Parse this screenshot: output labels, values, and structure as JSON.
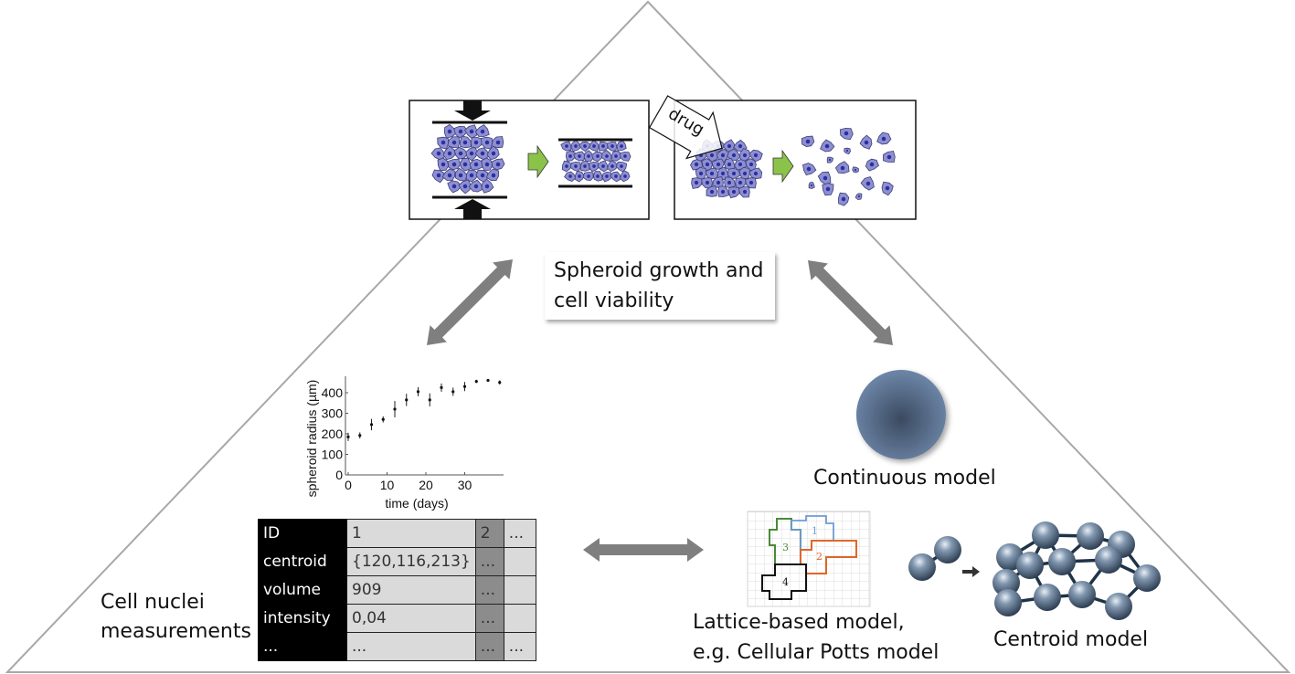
{
  "title_box": {
    "line1": "Spheroid growth and",
    "line2": "cell viability"
  },
  "experiments": {
    "compression": {
      "description": "Spheroid compressed between plates"
    },
    "drug": {
      "arrow_label": "drug",
      "description": "Drug treatment dissociates spheroid"
    }
  },
  "colors": {
    "triangle_stroke": "#a8a8a8",
    "arrow_gray": "#7f7f7f",
    "cell_fill": "#8e8fd0",
    "cell_stroke": "#3b3d7a",
    "nucleus": "#2a2fa0",
    "green_arrow": "#8bc34a",
    "sphere_center": "#3b4a60",
    "sphere_edge": "#6d86a8"
  },
  "chart_data": {
    "type": "scatter",
    "title": "",
    "xlabel": "time (days)",
    "ylabel": "spheroid radius (µm)",
    "xlim": [
      0,
      40
    ],
    "ylim": [
      0,
      480
    ],
    "xticks": [
      0,
      10,
      20,
      30
    ],
    "yticks": [
      0,
      100,
      200,
      300,
      400
    ],
    "grid": false,
    "series": [
      {
        "name": "spheroid radius",
        "x": [
          0,
          3,
          6,
          9,
          12,
          15,
          18,
          21,
          24,
          27,
          30,
          33,
          36,
          39
        ],
        "y": [
          185,
          192,
          245,
          270,
          320,
          365,
          405,
          365,
          425,
          405,
          430,
          455,
          460,
          450
        ],
        "err": [
          20,
          15,
          28,
          15,
          40,
          30,
          22,
          32,
          20,
          20,
          22,
          8,
          6,
          10
        ]
      }
    ]
  },
  "nuclei_table": {
    "rows": [
      {
        "label": "ID",
        "c1": "1",
        "c2": "2",
        "c3": "..."
      },
      {
        "label": "centroid",
        "c1": "{120,116,213}",
        "c2": "...",
        "c3": ""
      },
      {
        "label": "volume",
        "c1": "909",
        "c2": "...",
        "c3": ""
      },
      {
        "label": "intensity",
        "c1": "0,04",
        "c2": "...",
        "c3": ""
      },
      {
        "label": "...",
        "c1": "...",
        "c2": "...",
        "c3": "..."
      }
    ]
  },
  "labels": {
    "cell_nuclei_1": "Cell nuclei",
    "cell_nuclei_2": "measurements",
    "continuous": "Continuous model",
    "lattice_1": "Lattice-based model,",
    "lattice_2": "e.g. Cellular Potts model",
    "centroid": "Centroid model"
  },
  "lattice": {
    "cells": [
      {
        "id": "1",
        "color": "#6f9bd6"
      },
      {
        "id": "2",
        "color": "#e0662a"
      },
      {
        "id": "3",
        "color": "#4a8a3a"
      },
      {
        "id": "4",
        "color": "#111111"
      }
    ]
  }
}
